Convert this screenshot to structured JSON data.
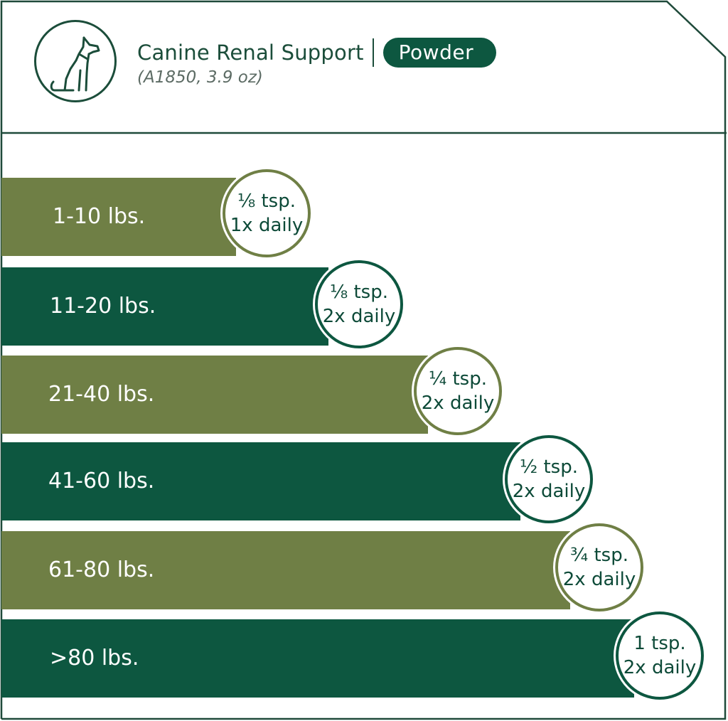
{
  "header": {
    "icon": "sitting-dog-icon",
    "title": "Canine Renal Support",
    "badge": "Powder",
    "subtitle": "(A1850, 3.9 oz)"
  },
  "colors": {
    "olive": "#6f7f45",
    "dark_green": "#0d5740",
    "text_green": "#1b4d3a",
    "border": "#1f4a3a"
  },
  "dosage_rows": [
    {
      "weight": "1-10 lbs.",
      "amount": "⅛ tsp.",
      "frequency": "1x daily",
      "color": "olive"
    },
    {
      "weight": "11-20 lbs.",
      "amount": "⅛ tsp.",
      "frequency": "2x daily",
      "color": "dark_green"
    },
    {
      "weight": "21-40 lbs.",
      "amount": "¼ tsp.",
      "frequency": "2x daily",
      "color": "olive"
    },
    {
      "weight": "41-60 lbs.",
      "amount": "½ tsp.",
      "frequency": "2x daily",
      "color": "dark_green"
    },
    {
      "weight": "61-80 lbs.",
      "amount": "¾ tsp.",
      "frequency": "2x daily",
      "color": "olive"
    },
    {
      "weight": ">80 lbs.",
      "amount": "1 tsp.",
      "frequency": "2x daily",
      "color": "dark_green"
    }
  ]
}
